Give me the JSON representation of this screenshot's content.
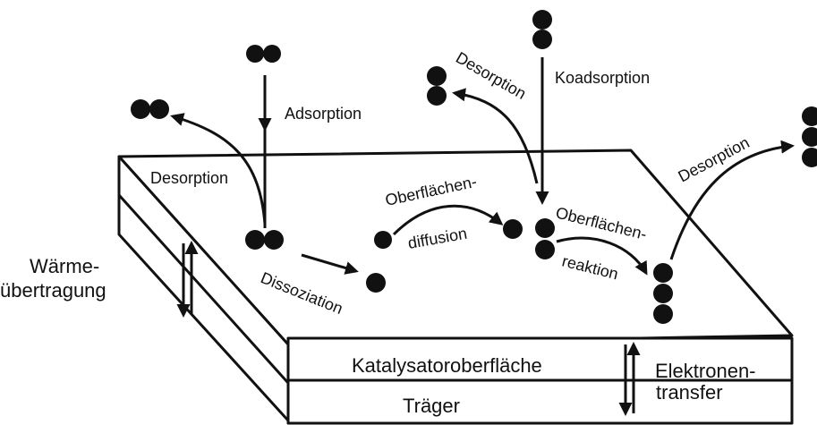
{
  "labels": {
    "adsorption": "Adsorption",
    "desorption_left": "Desorption",
    "dissoziation": "Dissoziation",
    "desorption_middle": "Desorption",
    "koadsorption": "Koadsorption",
    "oberflaechen_diffusion_line1": "Oberflächen-",
    "oberflaechen_diffusion_line2": "diffusion",
    "oberflaechen_reaktion_line1": "Oberflächen-",
    "oberflaechen_reaktion_line2": "reaktion",
    "desorption_right": "Desorption",
    "waerme_line1": "Wärme-",
    "waerme_line2": "übertragung",
    "elektronen_line1": "Elektronen-",
    "elektronen_line2": "transfer",
    "katalysatoroberflaeche": "Katalysatoroberfläche",
    "traeger": "Träger"
  },
  "colors": {
    "ink": "#111111",
    "background": "#ffffff"
  }
}
